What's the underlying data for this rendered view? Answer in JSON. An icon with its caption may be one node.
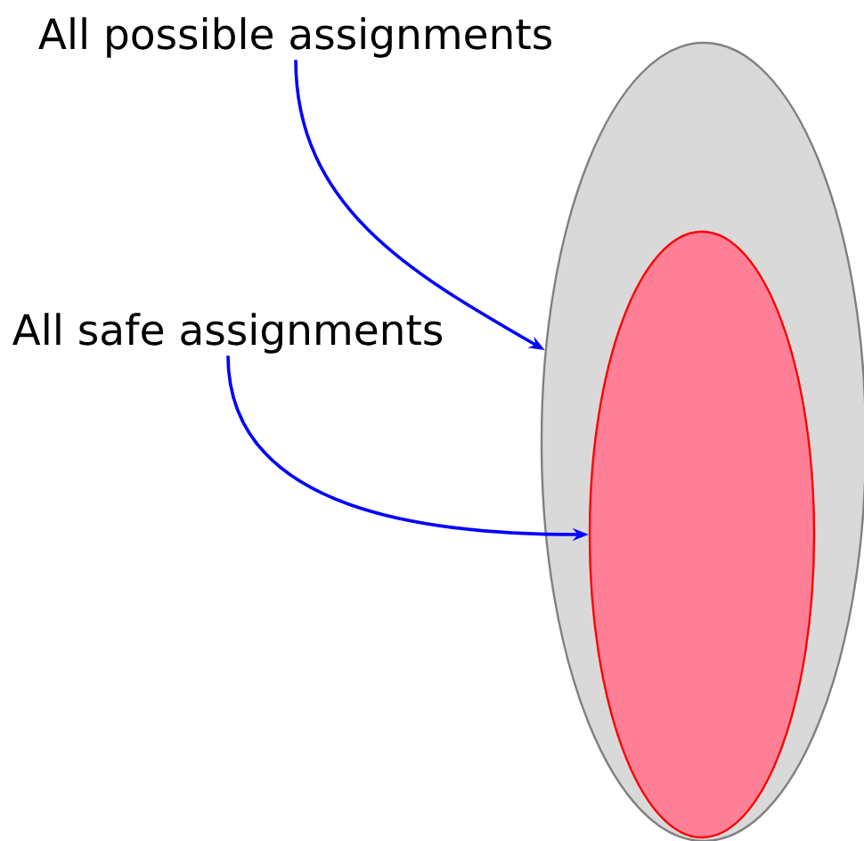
{
  "diagram": {
    "nodes": [
      {
        "text": [
          "All possible assignments"
        ]
      },
      {
        "text": [
          "All safe assignments"
        ]
      },
      {
        "text": [],
        "shape": "ellipse"
      },
      {
        "text": [],
        "shape": "ellipse",
        "in": 2
      }
    ],
    "edges": [
      {
        "from": 0,
        "to": 2,
        "arrow": "to"
      },
      {
        "from": 1,
        "to": 3,
        "arrow": "to"
      }
    ]
  }
}
